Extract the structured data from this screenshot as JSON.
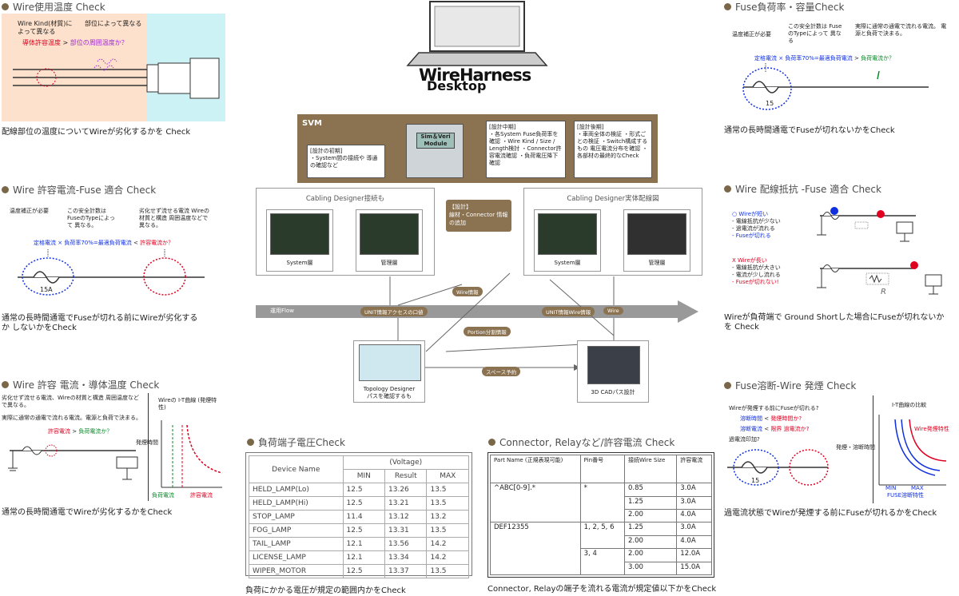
{
  "colors": {
    "accent": "#7a6648",
    "svm_bg": "#8b7250",
    "red": "#e00020",
    "blue": "#1030e0",
    "green": "#0a8a2a",
    "pink": "#fde1cc",
    "cyan": "#cdf2f6"
  },
  "center": {
    "logo_top": "WireHarness",
    "logo_bottom": "Desktop",
    "svm": {
      "title": "SVM",
      "module_line1": "Sim＆Veri",
      "module_line2": "Module",
      "early": {
        "head": "[設計の初期]",
        "body": "・System間の接続や 導通の確認など"
      },
      "mid": {
        "head": "[設計中期]",
        "body": "・各System Fuse負荷率を確認 ・Wire Kind / Size / Length検討 ・Connector許容電流確認 ・負荷電圧降下確認"
      },
      "late": {
        "head": "[設計後期]",
        "body": "・車両全体の検証 ・形式ごとの検証 ・Switch構成するもの 電圧電流分布を確認 ・各部材の最終的なCheck"
      }
    },
    "cabling_left": {
      "title": "Cabling Designer接続も",
      "screen1": "System層",
      "screen2": "管理層"
    },
    "cabling_right": {
      "title": "Cabling Designer実体配線図",
      "screen1": "System層",
      "screen2": "管理層"
    },
    "design_box": {
      "head": "【設計】",
      "body": "線材・Connector 情報の追加"
    },
    "flow_label": "運用Flow",
    "tags": {
      "wire_info": "Wire情報",
      "unit_access": "UNIT情報アクセスの口値",
      "unit_wire": "UNIT情報Wire情報",
      "wire": "Wire",
      "portion": "Portion分割情報",
      "space": "スペース予約"
    },
    "topology": {
      "line1": "Topology Designer",
      "line2": "パスを確認するも"
    },
    "cad": {
      "label": "3D CADパス設計"
    }
  },
  "panels": {
    "temp": {
      "title": "Wire使用温度 Check",
      "note1": "Wire Kind(材質)によって異なる",
      "note2": "部位によって異なる",
      "formula_a": "導体許容温度",
      "formula_op": ">",
      "formula_b": "部位の周囲温度か？",
      "caption": "配線部位の温度についてWireが劣化するかを Check"
    },
    "fuse_match": {
      "title": "Wire 許容電流-Fuse 適合 Check",
      "n1": "温度補正が必要",
      "n2": "この安全計数は FuseのTypeによって 異なる。",
      "n3": "劣化せず流せる電流 Wireの材質と構造 周囲温度などで異なる。",
      "formula_a": "定格電流 × 負荷率70%=最適負荷電流",
      "formula_op": "<",
      "formula_b": "許容電流か？",
      "fuse_label": "15A",
      "caption": "通常の長時間通電でFuseが切れる前にWireが劣化するか しないかをCheck"
    },
    "conduct": {
      "title": "Wire 許容 電流・導体温度 Check",
      "n1": "劣化せず流せる電流、Wireの材質と構造 周囲温度などで異なる。",
      "n2": "実際に通常の通電で流れる電流。電源と負荷で決まる。",
      "formula_a": "許容電流",
      "formula_op": ">",
      "formula_b": "負荷電流か？",
      "chart_title": "Wireの I-T曲線 (発煙特性)",
      "axis": "発煙時間",
      "legend_green": "負荷電流",
      "legend_red": "許容電流",
      "caption": "通常の長時間通電でWireが劣化するかをCheck"
    },
    "fuse_load": {
      "title": "Fuse負荷率・容量Check",
      "n1": "温度補正が必要",
      "n2": "この安全計数は FuseのTypeによって 異なる",
      "n3": "実際に通常の通電で流れる電流。 電源と負荷で決まる。",
      "formula_a": "定格電流 × 負荷率70%=最適負荷電流",
      "formula_op": ">",
      "formula_b": "負荷電流か？",
      "fuse_label": "15",
      "caption": "通常の長時間通電でFuseが切れないかをCheck"
    },
    "resist": {
      "title": "Wire 配線抵抗 -Fuse 適合 Check",
      "ok_items": [
        "○ Wireが短い",
        "- 電線抵抗が少ない",
        "- 過電流が流れる",
        "- Fuseが切れる"
      ],
      "ng_items": [
        "X Wireが長い",
        "- 電線抵抗が大きい",
        "- 電流が少し流れる",
        "- Fuseが切れない!"
      ],
      "r_label": "R",
      "caption": "Wireが負荷端で Ground Shortした場合にFuseが切れないかを Check"
    },
    "smoke": {
      "title": "Fuse溶断-Wire 発煙 Check",
      "n1": "Wireが発煙する前にFuseが切れる?",
      "n2": "溶断時間",
      "n2op": "<",
      "n2b": "発煙時間か?",
      "n3": "溶断電流",
      "n3op": "<",
      "n3b": "限界",
      "n3c": "過電流か?",
      "n4": "過電流印加?",
      "axis": "発煙・溶断時間",
      "chart_title": "I-T曲線の比較",
      "curve_red": "Wire発煙特性",
      "curve_blue": "FUSE溶断特性",
      "min": "MIN",
      "max": "MAX",
      "fuse_label": "15",
      "caption": "過電流状態でWireが発煙する前にFuseが切れるかをCheck"
    },
    "voltage": {
      "title": "負荷端子電圧Check",
      "header_col": "Device Name",
      "header_group": "(Voltage)",
      "sub_headers": [
        "MIN",
        "Result",
        "MAX"
      ],
      "rows": [
        {
          "name": "HELD_LAMP(Lo)",
          "min": "12.5",
          "result": "13.26",
          "max": "13.5"
        },
        {
          "name": "HELD_LAMP(Hi)",
          "min": "12.5",
          "result": "13.21",
          "max": "13.5"
        },
        {
          "name": "STOP_LAMP",
          "min": "11.4",
          "result": "13.12",
          "max": "13.2"
        },
        {
          "name": "FOG_LAMP",
          "min": "12.5",
          "result": "13.31",
          "max": "13.5"
        },
        {
          "name": "TAIL_LAMP",
          "min": "12.1",
          "result": "13.56",
          "max": "14.2"
        },
        {
          "name": "LICENSE_LAMP",
          "min": "12.1",
          "result": "13.34",
          "max": "14.2"
        },
        {
          "name": "WIPER_MOTOR",
          "min": "12.5",
          "result": "13.37",
          "max": "13.5"
        }
      ],
      "caption": "負荷にかかる電圧が規定の範囲内かをCheck"
    },
    "connector": {
      "title": "Connector, Relayなど/許容電流 Check",
      "headers": [
        "Part Name (正規表現可能)",
        "Pin番号",
        "接続Wire Size",
        "許容電流"
      ],
      "groups": [
        {
          "part": "^ABC[0-9].*",
          "pins": [
            {
              "pin": "*",
              "rows": [
                [
                  "0.85",
                  "3.0A"
                ],
                [
                  "1.25",
                  "3.0A"
                ],
                [
                  "2.00",
                  "4.0A"
                ]
              ]
            }
          ]
        },
        {
          "part": "DEF12355",
          "pins": [
            {
              "pin": "1, 2, 5, 6",
              "rows": [
                [
                  "1.25",
                  "3.0A"
                ],
                [
                  "2.00",
                  "4.0A"
                ]
              ]
            },
            {
              "pin": "3, 4",
              "rows": [
                [
                  "2.00",
                  "12.0A"
                ],
                [
                  "3.00",
                  "15.0A"
                ]
              ]
            }
          ]
        }
      ],
      "caption": "Connector, Relayの端子を流れる電流が規定値以下かをCheck"
    }
  }
}
